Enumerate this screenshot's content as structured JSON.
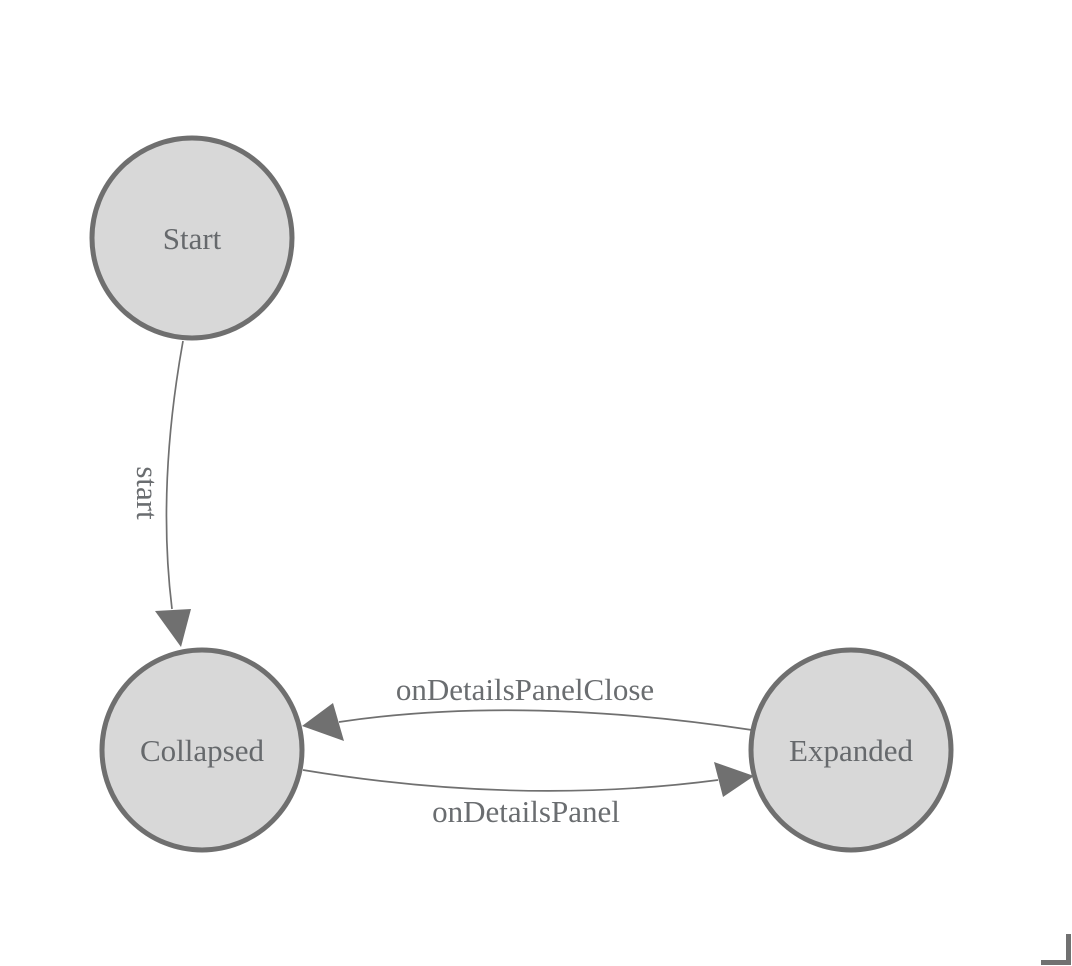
{
  "diagram": {
    "states": [
      {
        "id": "Start",
        "label": "Start"
      },
      {
        "id": "Collapsed",
        "label": "Collapsed"
      },
      {
        "id": "Expanded",
        "label": "Expanded"
      }
    ],
    "transitions": [
      {
        "event": "start",
        "from": "Start",
        "to": "Collapsed"
      },
      {
        "event": "onDetailsPanelClose",
        "from": "Expanded",
        "to": "Collapsed"
      },
      {
        "event": "onDetailsPanel",
        "from": "Collapsed",
        "to": "Expanded"
      }
    ],
    "colors": {
      "background": "#ffffff",
      "state_fill": "#d8d8d8",
      "state_border": "#6f6f6f",
      "edge": "#707070",
      "label_text": "#6a6d70",
      "corner_mark": "#717171"
    }
  }
}
